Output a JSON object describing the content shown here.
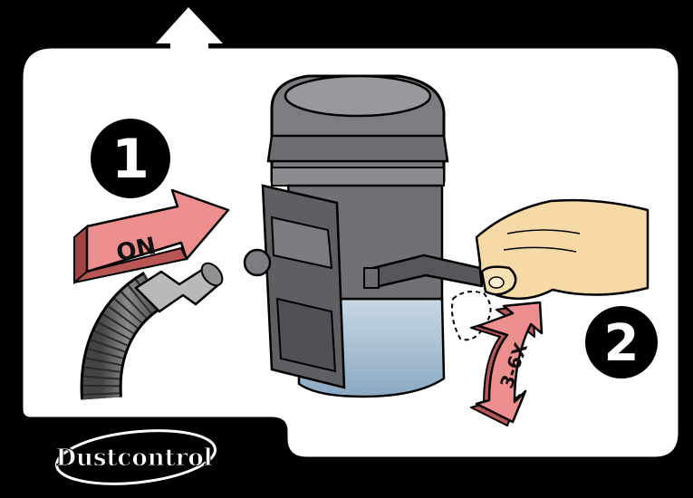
{
  "step1": {
    "number": "1",
    "arrow_label": "ON"
  },
  "step2": {
    "number": "2",
    "arrow_label": "3-6X"
  },
  "brand": {
    "name": "Dustcontrol"
  },
  "colors": {
    "frame": "#000000",
    "panel": "#ffffff",
    "arrow_fill": "#ee8f8f",
    "canister_top": "#7b7d80",
    "canister_body": "#6f7174",
    "bin": "#a7c0d2",
    "hand": "#f5d9a6"
  }
}
